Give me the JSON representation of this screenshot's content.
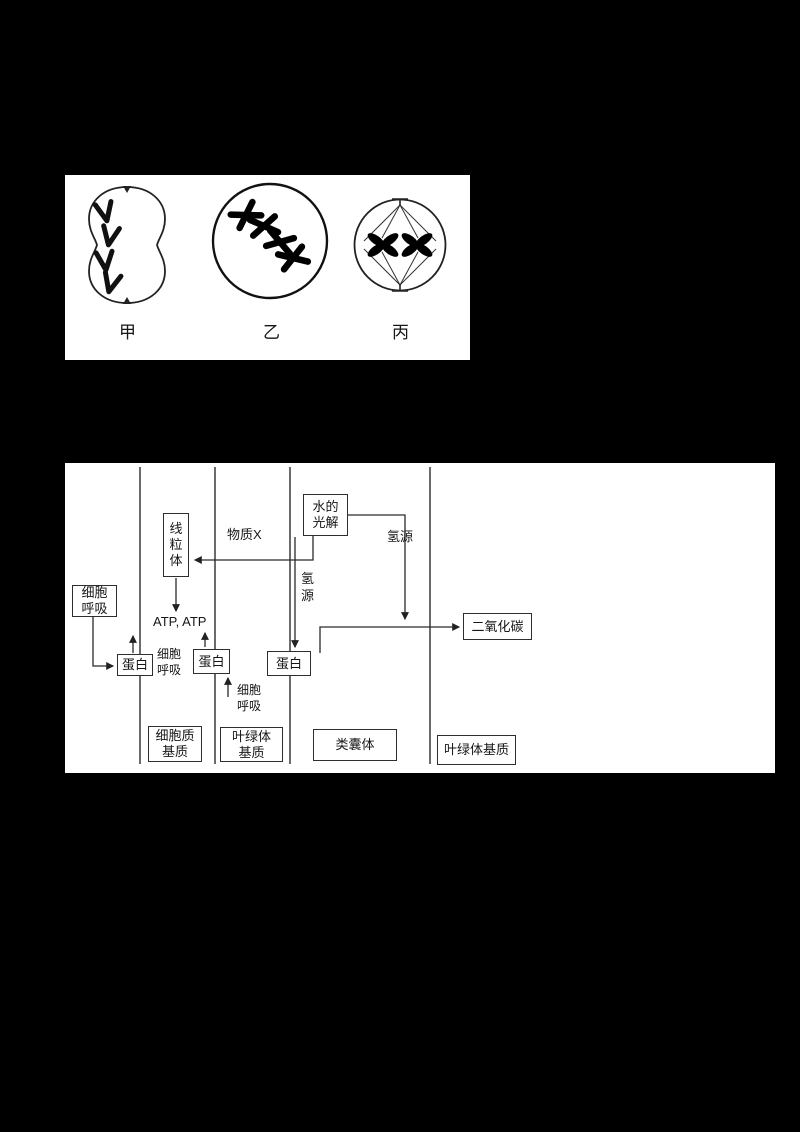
{
  "page": {
    "background": "#000000",
    "panel_bg": "#ffffff",
    "ink": "#1f1f1f"
  },
  "figure1": {
    "cell_labels": {
      "jia": "甲",
      "yi": "乙",
      "bing": "丙"
    }
  },
  "figure2": {
    "boxes": {
      "cell_respiration": "细胞\n呼吸",
      "mitochondrion": "线粒体",
      "water_photolysis": "水的\n光解",
      "protein1": "蛋白",
      "protein2": "蛋白",
      "protein3": "蛋白",
      "carbon_dioxide": "二氧化碳"
    },
    "labels": {
      "substance_x": "物质X",
      "hydrogen_source_right": "氢源",
      "hydrogen_source_left": "氢\n源",
      "atp": "ATP, ATP",
      "cell_respiration_1": "细胞\n呼吸",
      "cell_respiration_2": "细胞\n呼吸"
    },
    "regions": {
      "cytoplasm_matrix": "细胞质\n基质",
      "chloroplast_stroma_1": "叶绿体\n基质",
      "thylakoid": "类囊体",
      "chloroplast_stroma_2": "叶绿体基质"
    }
  }
}
